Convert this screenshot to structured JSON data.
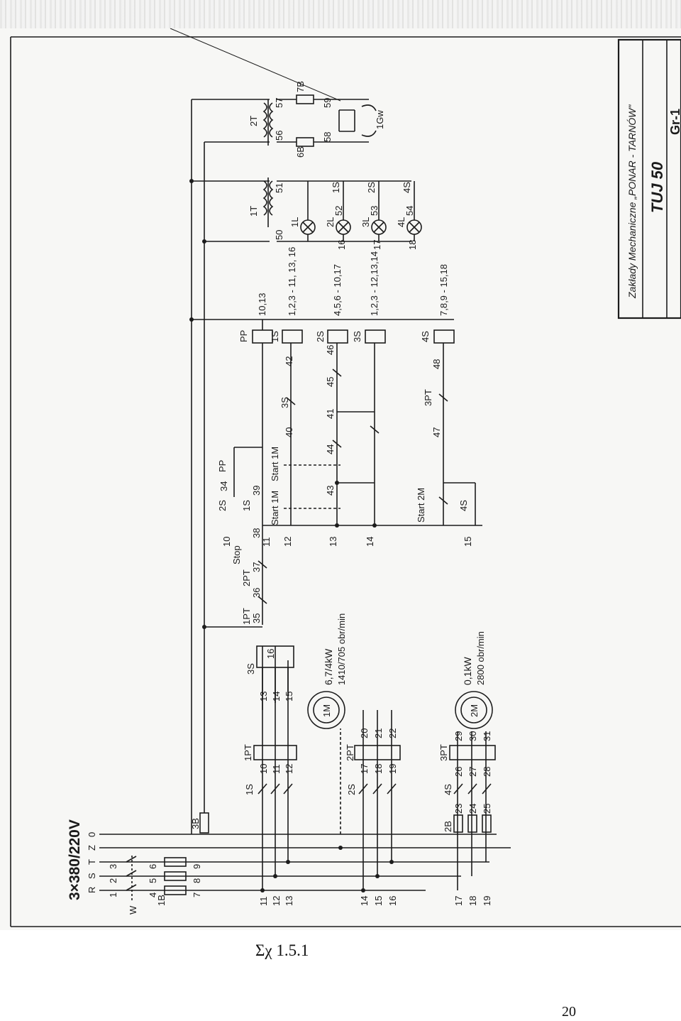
{
  "figure": {
    "caption": "Σχ 1.5.1",
    "page_number": "20"
  },
  "title_block": {
    "company": "Zakłady Mechaniczne „PONAR - TARNÓW\"",
    "model": "TUJ 50",
    "sheet_code": "Gr-1"
  },
  "supply": {
    "label": "3×380/220V",
    "phases": [
      "R",
      "S",
      "T",
      "Z",
      "0"
    ],
    "main_switch": "W",
    "fuse_group_1": "1B",
    "fuse_group_2": "3B",
    "wire_numbers_in": [
      "1",
      "2",
      "3"
    ],
    "wire_numbers_fuse": [
      "4",
      "5",
      "6"
    ],
    "wire_numbers_out": [
      "7",
      "8",
      "9"
    ]
  },
  "bus_labels": [
    "11",
    "12",
    "13",
    "14",
    "15",
    "16",
    "17",
    "18",
    "19"
  ],
  "motor_1": {
    "symbol": "1M",
    "power": "6,7/4kW",
    "speed": "1410/705 obr/min",
    "contactor_1": "1S",
    "contactor_2": "2S",
    "contactor_3": "3S",
    "overload_1": "1PT",
    "overload_2": "2PT",
    "wires_1S": [
      "10",
      "11",
      "12"
    ],
    "wires_3S": [
      "13",
      "14",
      "15"
    ],
    "wires_2S": [
      "17",
      "18",
      "19"
    ],
    "wires_2PT": [
      "20",
      "21",
      "22"
    ],
    "contact_16": "16"
  },
  "motor_2": {
    "symbol": "2M",
    "power": "0,1kW",
    "speed": "2800 obr/min",
    "contactor": "4S",
    "overload": "3PT",
    "fuse_group": "2B",
    "wires_fuse": [
      "23",
      "24",
      "25"
    ],
    "wires_4S": [
      "26",
      "27",
      "28"
    ],
    "wires_3PT": [
      "29",
      "30",
      "31"
    ]
  },
  "control": {
    "wires": [
      "35",
      "36",
      "37",
      "38",
      "39",
      "40",
      "41",
      "42",
      "43",
      "44",
      "45",
      "46",
      "47",
      "48"
    ],
    "labels": {
      "stop": "Stop",
      "start_1m_a": "Start 1M",
      "start_1m_b": "Start 1M",
      "start_2m": "Start 2M",
      "pt1": "1PT",
      "pt2": "2PT",
      "pt3": "3PT",
      "pp": "PP",
      "s1": "1S",
      "s2": "2S",
      "s3": "3S",
      "s4": "4S",
      "w34": "34",
      "line_10": "10",
      "line_11": "11",
      "line_12": "12",
      "line_13": "13",
      "line_14": "14",
      "line_15": "15"
    },
    "coils": [
      {
        "name": "PP",
        "refs": "10,13"
      },
      {
        "name": "1S",
        "refs": "1,2,3 - 11, 13, 16"
      },
      {
        "name": "2S",
        "refs": "4,5,6 - 10,17"
      },
      {
        "name": "3S",
        "refs": "1,2,3 - 12,13,14"
      },
      {
        "name": "4S",
        "refs": "7,8,9 - 15,18"
      }
    ]
  },
  "transformers": {
    "t1": "1T",
    "t2": "2T",
    "t1_wires": [
      "50",
      "51"
    ],
    "t2_wires": [
      "56",
      "57"
    ],
    "fuse_2t_a": "7B",
    "fuse_2t_b": "6B",
    "socket_wires": [
      "58",
      "59"
    ],
    "socket": "1Gw"
  },
  "lamps": [
    {
      "name": "1L",
      "switch": "",
      "wire": "",
      "ref": ""
    },
    {
      "name": "2L",
      "switch": "1S",
      "wire": "52",
      "ref": "16"
    },
    {
      "name": "3L",
      "switch": "2S",
      "wire": "53",
      "ref": "17"
    },
    {
      "name": "4L",
      "switch": "4S",
      "wire": "54",
      "ref": "18"
    }
  ]
}
